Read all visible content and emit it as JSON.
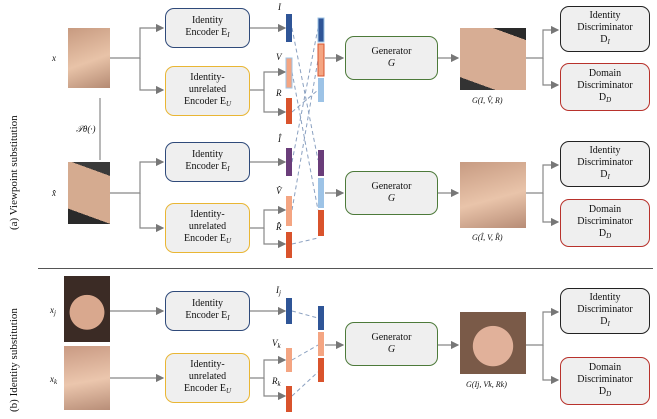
{
  "section_a": {
    "label": "(a) Viewpoint substitution",
    "input_x": "x",
    "input_xhat": "x̂",
    "transform": "𝒯θ(·)",
    "feat_I": "I",
    "feat_V": "V",
    "feat_R": "R",
    "feat_Ihat": "Î",
    "feat_Vhat": "V̂",
    "feat_Rhat": "R̂",
    "out_top": "G(I, V̂, R)",
    "out_bottom": "G(Î, V, R̂)"
  },
  "section_b": {
    "label": "(b) Identity substitution",
    "input_xj": "x",
    "input_xj_sub": "j",
    "input_xk": "x",
    "input_xk_sub": "k",
    "feat_Ij": "I",
    "feat_Ij_sub": "j",
    "feat_Vk": "V",
    "feat_Vk_sub": "k",
    "feat_Rk": "R",
    "feat_Rk_sub": "k",
    "out": "G(Ij, Vk, Rk)"
  },
  "boxes": {
    "identity_encoder_line1": "Identity",
    "identity_encoder_line2": "Encoder E",
    "identity_encoder_sub": "I",
    "unrelated_line1": "Identity-",
    "unrelated_line2": "unrelated",
    "unrelated_line3": "Encoder E",
    "unrelated_sub": "U",
    "generator_line1": "Generator",
    "generator_line2": "G",
    "id_disc_line1": "Identity",
    "id_disc_line2": "Discriminator",
    "id_disc_line3": "D",
    "id_disc_sub": "I",
    "dom_disc_line1": "Domain",
    "dom_disc_line2": "Discriminator",
    "dom_disc_line3": "D",
    "dom_disc_sub": "D"
  },
  "colors": {
    "identity_blue": "#2f5597",
    "view_orange": "#f4a582",
    "residual_red": "#d9532c",
    "purple": "#6a3d7a",
    "light_blue": "#9dc3e6"
  }
}
